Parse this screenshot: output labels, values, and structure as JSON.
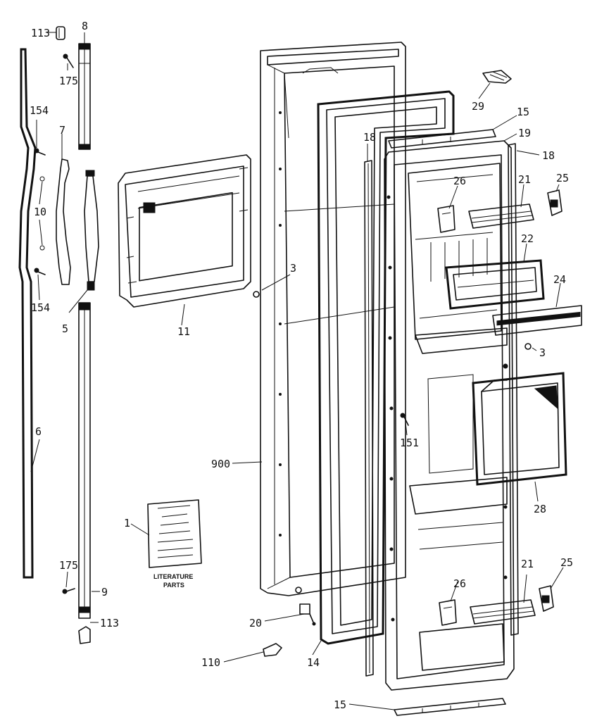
{
  "labels": {
    "l113a": "113",
    "l8": "8",
    "l175a": "175",
    "l154a": "154",
    "l7": "7",
    "l10": "10",
    "l154b": "154",
    "l5": "5",
    "l6": "6",
    "l175b": "175",
    "l9": "9",
    "l113b": "113",
    "l1": "1",
    "l11": "11",
    "l3a": "3",
    "l900": "900",
    "l20": "20",
    "l110": "110",
    "l14": "14",
    "l18a": "18",
    "l29": "29",
    "l15a": "15",
    "l19": "19",
    "l18b": "18",
    "l26a": "26",
    "l21a": "21",
    "l25a": "25",
    "l22": "22",
    "l24": "24",
    "l3b": "3",
    "l151": "151",
    "l28": "28",
    "l21b": "21",
    "l25b": "25",
    "l26b": "26",
    "l15b": "15"
  },
  "literature": {
    "line1": "LITERATURE",
    "line2": "PARTS"
  }
}
